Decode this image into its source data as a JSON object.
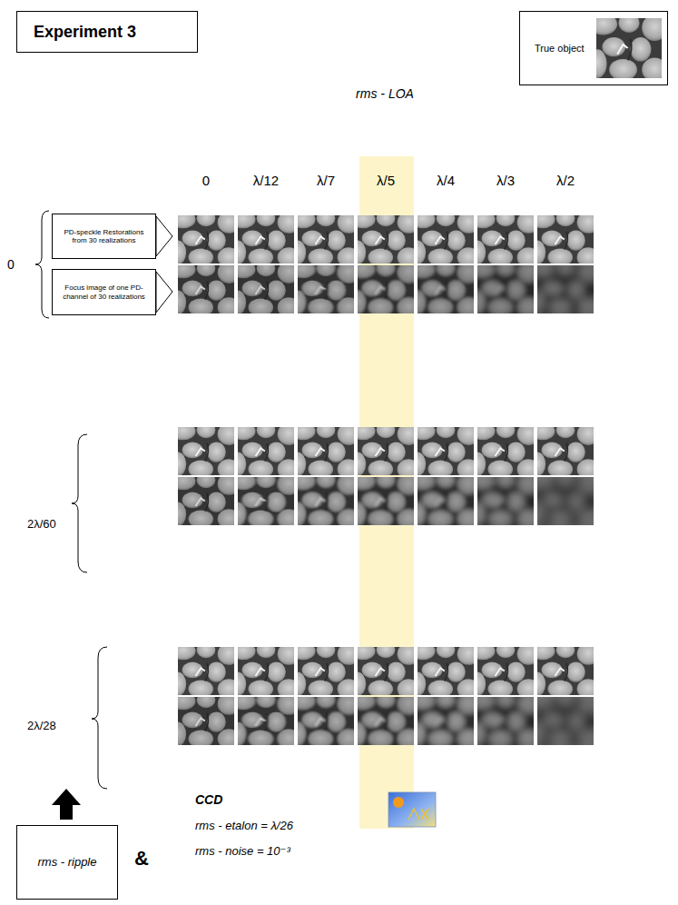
{
  "diagram": {
    "title": "Experiment 3",
    "nodes": [
      {
        "text": [
          "True object"
        ]
      },
      {
        "text": [
          "PD-speckle Restorations from 30 realizations"
        ]
      },
      {
        "text": [
          "Focus image of one PD-channel of 30 realizations"
        ]
      },
      {
        "text": [
          "rms - ripple"
        ]
      }
    ],
    "labels": [
      "rms - LOA",
      "0",
      "λ/12",
      "λ/7",
      "λ/5",
      "λ/4",
      "λ/3",
      "λ/2",
      "0",
      "2λ/60",
      "2λ/28",
      "&",
      "CCD",
      "rms - etalon = λ/26",
      "rms - noise = 10⁻³"
    ]
  }
}
